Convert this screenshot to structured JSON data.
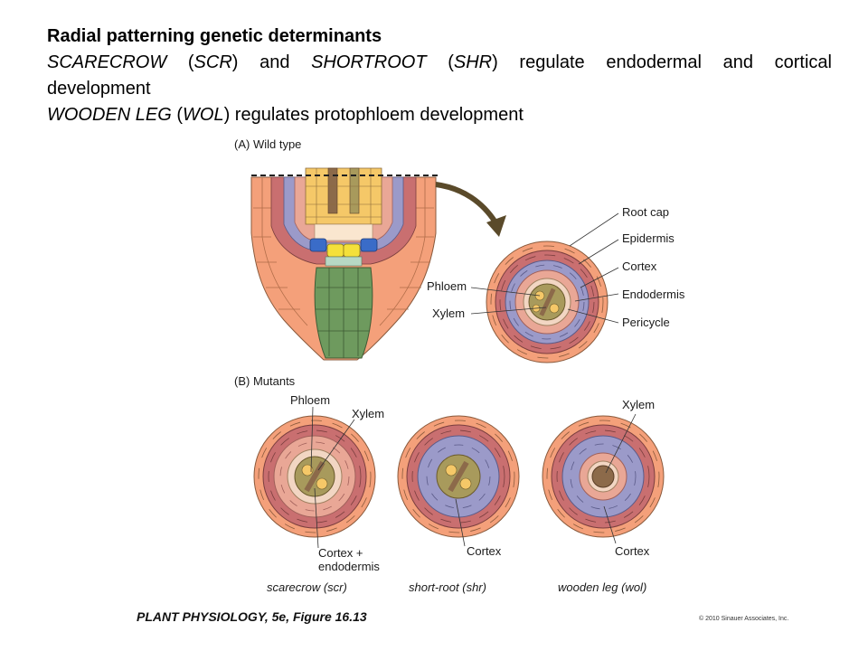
{
  "slide": {
    "title": "Radial patterning genetic determinants",
    "line2": {
      "t1": "SCARECROW",
      "t2": " (",
      "t3": "SCR",
      "t4": ") and ",
      "t5": "SHORTROOT",
      "t6": " (",
      "t7": "SHR",
      "t8": ") regulate endodermal and cortical"
    },
    "line3": "development",
    "line4": {
      "t1": "WOODEN LEG",
      "t2": " (",
      "t3": "WOL",
      "t4": ") regulates protophloem development"
    }
  },
  "figure": {
    "panel_a": "(A)  Wild type",
    "panel_b": "(B)  Mutants",
    "labels_a": {
      "root_cap": "Root cap",
      "epidermis": "Epidermis",
      "cortex": "Cortex",
      "endodermis": "Endodermis",
      "pericycle": "Pericycle",
      "phloem": "Phloem",
      "xylem": "Xylem"
    },
    "labels_b": {
      "phloem": "Phloem",
      "xylem1": "Xylem",
      "cortex_endo_1": "Cortex +",
      "cortex_endo_2": "endodermis",
      "cortex2": "Cortex",
      "xylem3": "Xylem",
      "cortex3": "Cortex"
    },
    "captions": {
      "scr": "scarecrow (scr)",
      "shr": "short-root (shr)",
      "wol": "wooden leg (wol)"
    },
    "colors": {
      "root_cap": "#f4a07a",
      "epidermis": "#c96f70",
      "cortex": "#9b9ac9",
      "endodermis": "#e9a796",
      "pericycle": "#f2d6c3",
      "stele": "#a89a5c",
      "phloem": "#f5c868",
      "xylem": "#8c6a4a",
      "columella": "#6e9a5e",
      "qc_blue": "#3a6cc8",
      "qc_yellow": "#f4e03a"
    }
  },
  "footer": {
    "credit": "PLANT PHYSIOLOGY, 5e, Figure 16.13",
    "copyright": "© 2010 Sinauer Associates, Inc."
  }
}
